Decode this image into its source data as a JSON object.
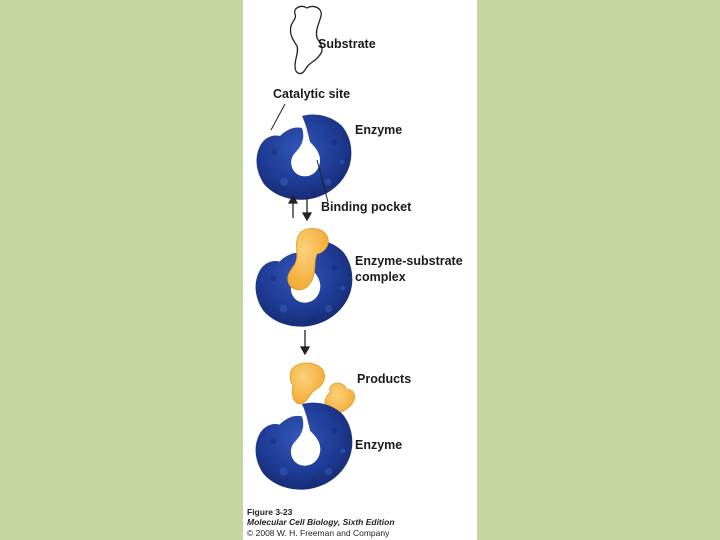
{
  "labels": {
    "substrate": "Substrate",
    "catalytic_site": "Catalytic site",
    "enzyme_top": "Enzyme",
    "binding_pocket": "Binding pocket",
    "complex_line1": "Enzyme-substrate",
    "complex_line2": "complex",
    "products": "Products",
    "enzyme_bottom": "Enzyme"
  },
  "caption": {
    "figure": "Figure 3-23",
    "book": "Molecular Cell Biology, Sixth Edition",
    "copyright": "© 2008 W. H. Freeman and Company"
  },
  "colors": {
    "background": "#c5d79f",
    "panel": "#ffffff",
    "enzyme": "#1f3c96",
    "substrate": "#f7b94a"
  }
}
